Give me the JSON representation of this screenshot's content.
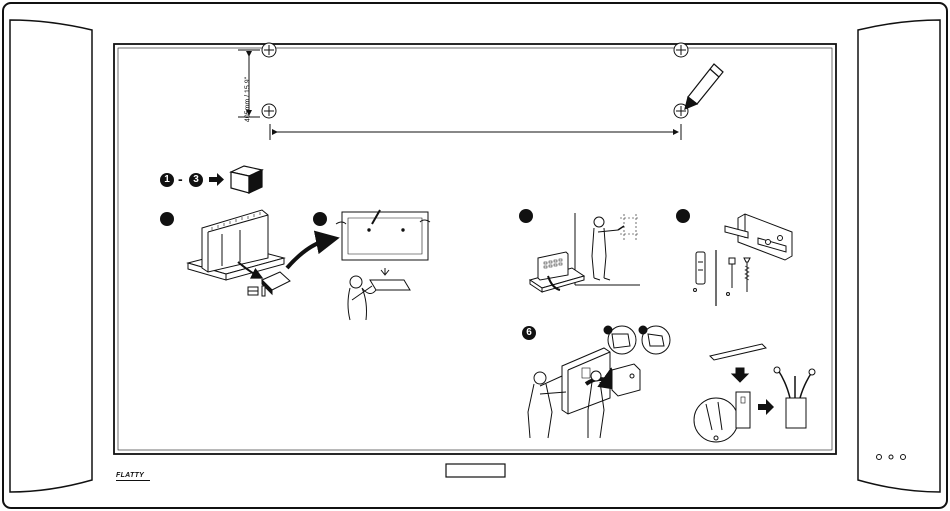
{
  "measure": {
    "label": "405mm / 15.9\""
  },
  "brand": {
    "name": "FLATTY"
  },
  "steps": {
    "range_start": "1",
    "range_end": "3",
    "range_dash": "-",
    "step6": "6"
  },
  "colors": {
    "line": "#111111",
    "background": "#ffffff"
  },
  "icons": [
    "crosshair-icon",
    "pencil-icon",
    "arrow-right-icon",
    "box-icon",
    "screw-icon",
    "wall-plug-icon"
  ]
}
